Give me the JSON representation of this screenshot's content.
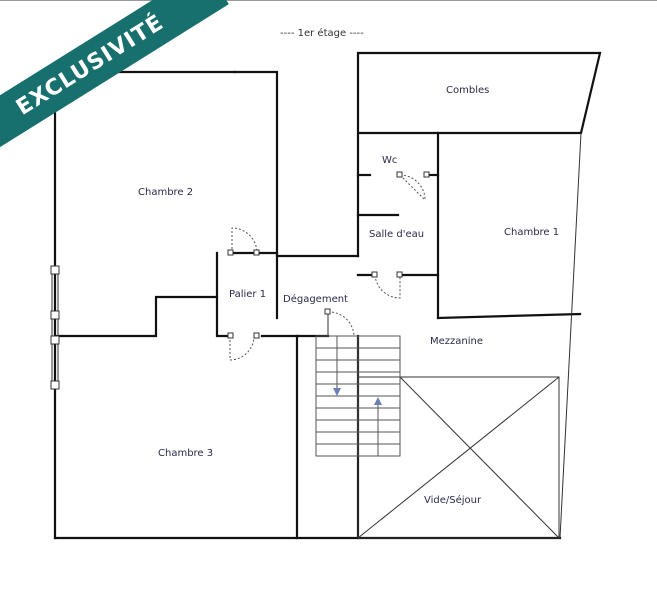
{
  "floor_title": "----  1er étage  ----",
  "ribbon": {
    "text": "EXCLUSIVITÉ",
    "color": "#17706d"
  },
  "rooms": {
    "combles": "Combles",
    "wc": "Wc",
    "chambre2": "Chambre 2",
    "salle_eau": "Salle d'eau",
    "chambre1": "Chambre 1",
    "palier": "Palier 1",
    "degagement": "Dégagement",
    "mezzanine": "Mezzanine",
    "chambre3": "Chambre 3",
    "vide_sejour": "Vide/Séjour"
  }
}
